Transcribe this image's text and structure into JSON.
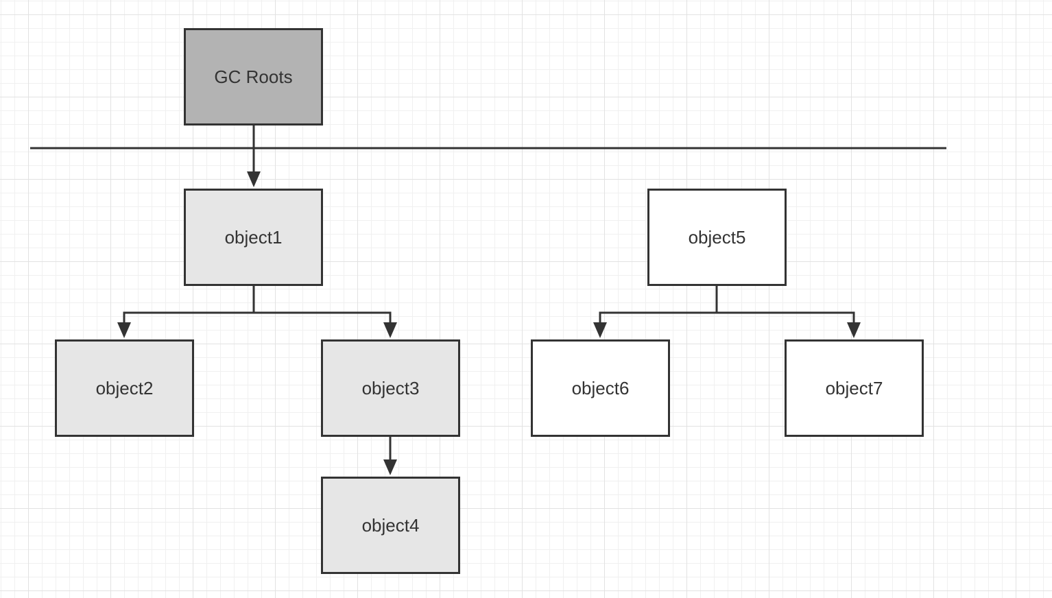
{
  "nodes": [
    {
      "id": "gc-roots",
      "label": "GC Roots",
      "fill": "#b3b3b3"
    },
    {
      "id": "object1",
      "label": "object1",
      "fill": "#e6e6e6"
    },
    {
      "id": "object2",
      "label": "object2",
      "fill": "#e6e6e6"
    },
    {
      "id": "object3",
      "label": "object3",
      "fill": "#e6e6e6"
    },
    {
      "id": "object4",
      "label": "object4",
      "fill": "#e6e6e6"
    },
    {
      "id": "object5",
      "label": "object5",
      "fill": "#ffffff"
    },
    {
      "id": "object6",
      "label": "object6",
      "fill": "#ffffff"
    },
    {
      "id": "object7",
      "label": "object7",
      "fill": "#ffffff"
    }
  ],
  "edges": [
    {
      "from": "gc-roots",
      "to": "object1"
    },
    {
      "from": "object1",
      "to": "object2"
    },
    {
      "from": "object1",
      "to": "object3"
    },
    {
      "from": "object3",
      "to": "object4"
    },
    {
      "from": "object5",
      "to": "object6"
    },
    {
      "from": "object5",
      "to": "object7"
    }
  ],
  "colors": {
    "line": "#333333",
    "text": "#333333",
    "grid_minor": "#f0f0f0",
    "grid_major": "#e2e2e2"
  }
}
